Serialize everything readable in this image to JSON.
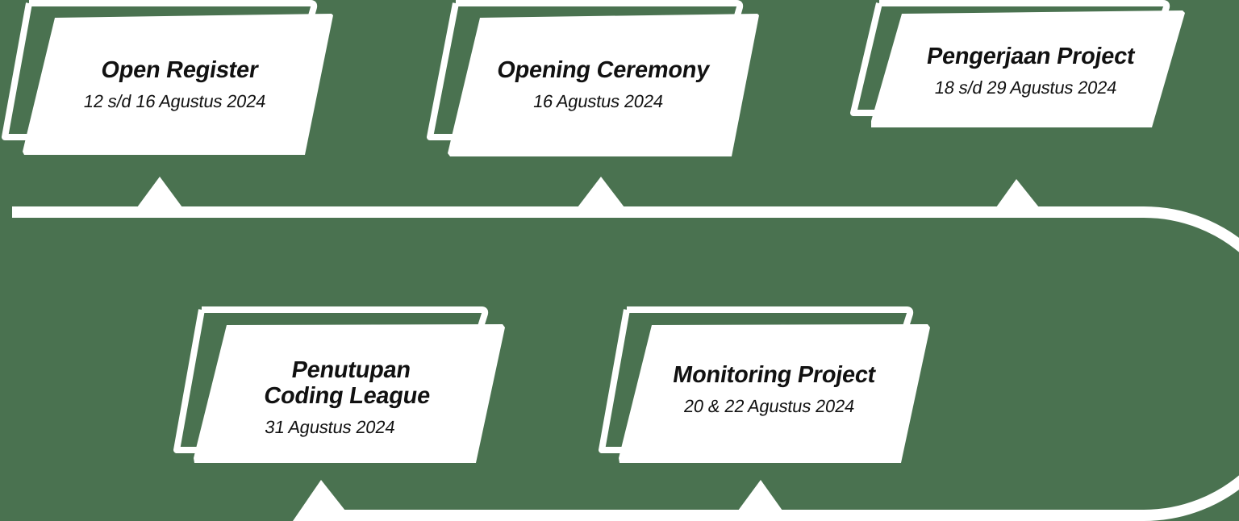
{
  "timeline": {
    "colors": {
      "background": "#4a7250",
      "track": "#ffffff",
      "card": "#ffffff",
      "text": "#111111"
    },
    "events": [
      {
        "title": "Open Register",
        "date": "12 s/d 16 Agustus 2024"
      },
      {
        "title": "Opening Ceremony",
        "date": "16 Agustus 2024"
      },
      {
        "title": "Pengerjaan Project",
        "date": "18 s/d 29 Agustus 2024"
      },
      {
        "title": "Monitoring Project",
        "date": "20 & 22 Agustus 2024"
      },
      {
        "title_line1": "Penutupan",
        "title_line2": "Coding League",
        "date": "31 Agustus 2024"
      }
    ]
  }
}
